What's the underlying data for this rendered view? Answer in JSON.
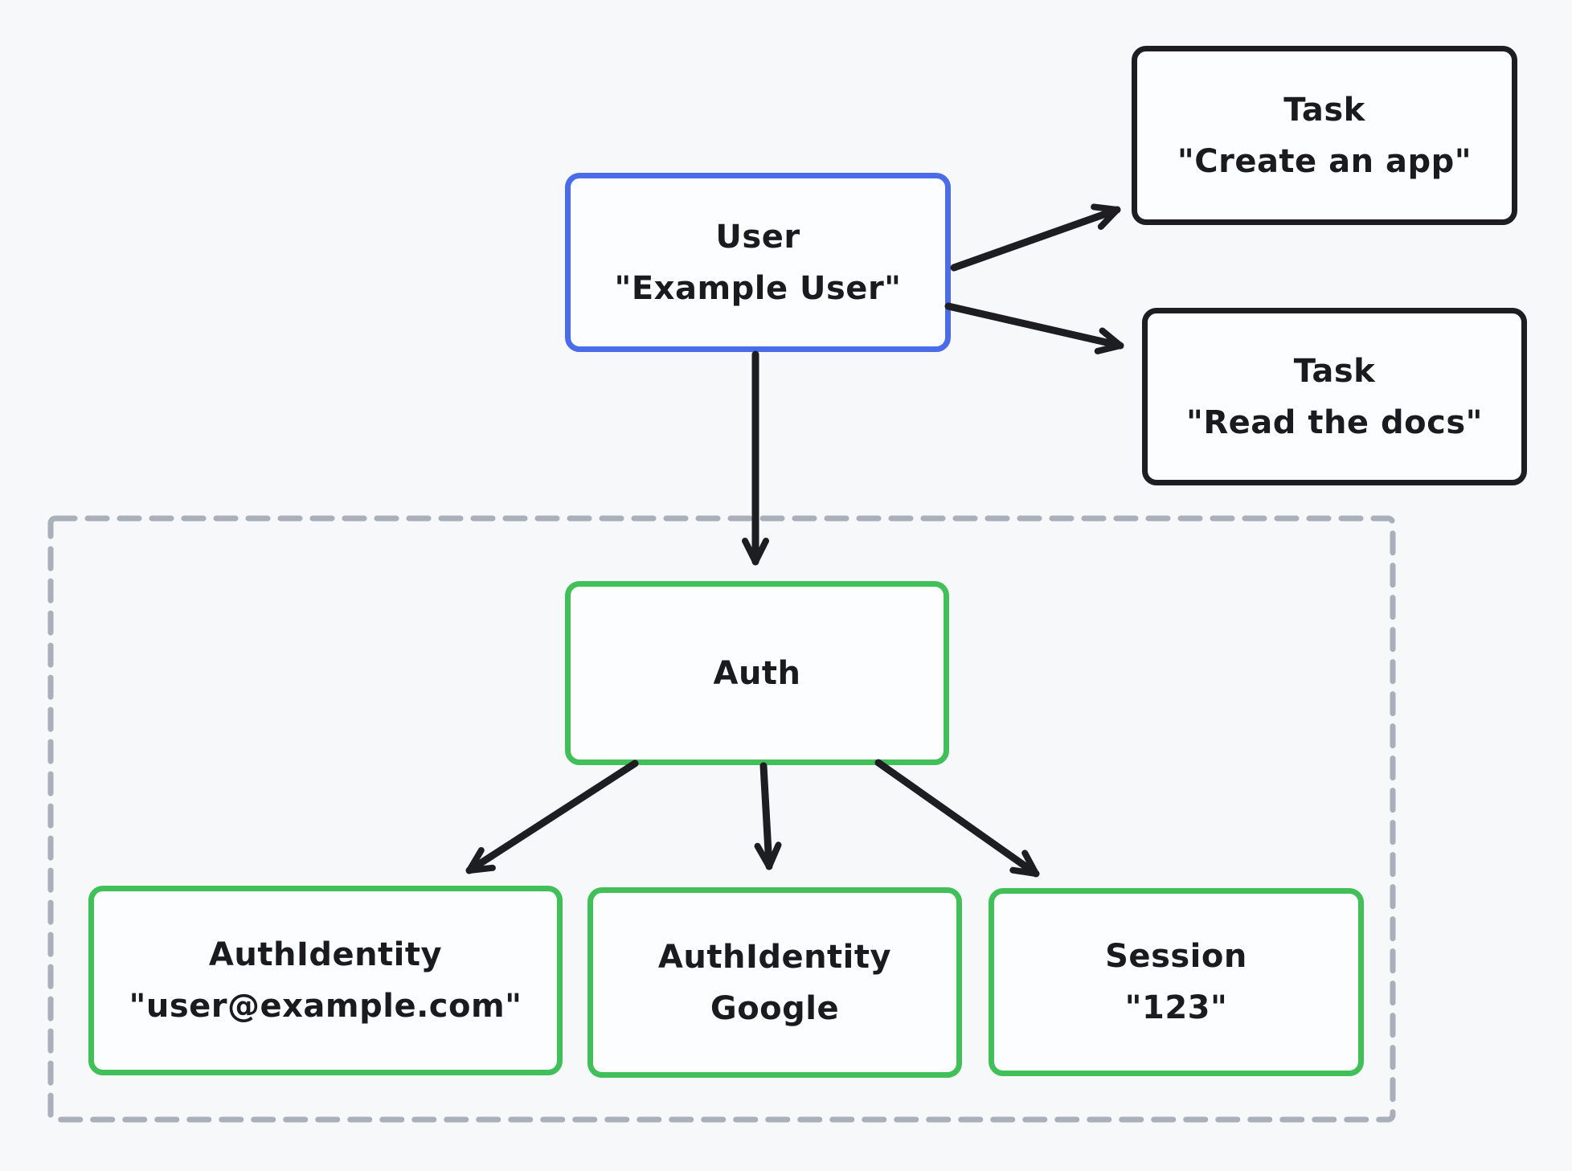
{
  "diagram": {
    "colors": {
      "background": "#f7f8fa",
      "node_fill": "#fcfdfe",
      "text": "#1b1b1f",
      "user_border": "#4a6ce8",
      "task_border": "#1e1e22",
      "auth_border": "#41c05a",
      "arrow": "#1e1e22",
      "group_border": "#a9b0ba"
    },
    "nodes": {
      "user": {
        "title": "User",
        "subtitle": "\"Example User\""
      },
      "task_create": {
        "title": "Task",
        "subtitle": "\"Create an app\""
      },
      "task_read": {
        "title": "Task",
        "subtitle": "\"Read the docs\""
      },
      "auth": {
        "title": "Auth"
      },
      "ai_email": {
        "title": "AuthIdentity",
        "subtitle": "\"user@example.com\""
      },
      "ai_google": {
        "title": "AuthIdentity",
        "subtitle": "Google"
      },
      "session": {
        "title": "Session",
        "subtitle": "\"123\""
      }
    },
    "edges": [
      {
        "from": "user",
        "to": "task_create"
      },
      {
        "from": "user",
        "to": "task_read"
      },
      {
        "from": "user",
        "to": "auth"
      },
      {
        "from": "auth",
        "to": "ai_email"
      },
      {
        "from": "auth",
        "to": "ai_google"
      },
      {
        "from": "auth",
        "to": "session"
      }
    ]
  }
}
